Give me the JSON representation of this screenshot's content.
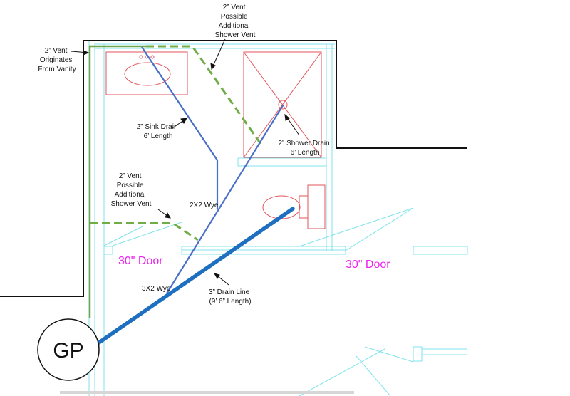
{
  "labels": {
    "vent_top": [
      "2” Vent",
      "Possible",
      "Additional",
      "Shower Vent"
    ],
    "vent_left": [
      "2” Vent",
      "Originates",
      "From Vanity"
    ],
    "sink_drain": [
      "2” Sink Drain",
      "6’ Length"
    ],
    "shower_drain": [
      "2” Shower Drain",
      "6’ Length"
    ],
    "vent_mid": [
      "2” Vent",
      "Possible",
      "Additional",
      "Shower Vent"
    ],
    "wye_2x2": "2X2 Wye",
    "wye_3x2": "3X2 Wye",
    "drain_line": [
      "3” Drain Line",
      "(9’ 6” Length)"
    ],
    "door_left": "30\" Door",
    "door_right": "30\" Door",
    "gp": "GP"
  },
  "colors": {
    "wall": "#111111",
    "cyan": "#7fe3ec",
    "fixture": "#e2555c",
    "vent": "#6aa84f",
    "vent_dash": "#70ad47",
    "drain_thin": "#4a6fc7",
    "drain_thick": "#1f6fc0",
    "door_text": "#ee22ee"
  }
}
